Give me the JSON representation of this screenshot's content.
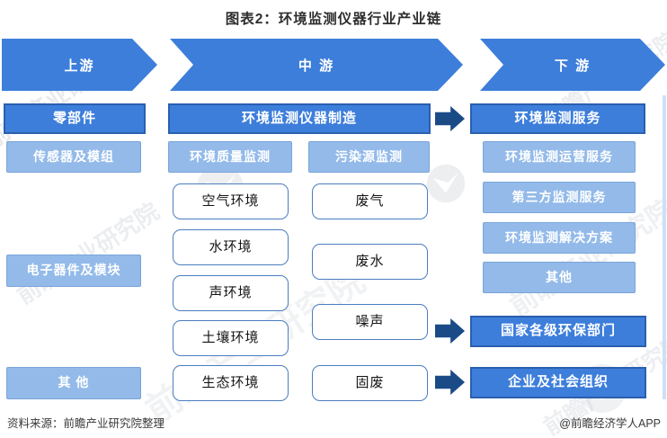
{
  "title": "图表2：环境监测仪器行业产业链",
  "stages": {
    "upstream": "上游",
    "midstream": "中 游",
    "downstream": "下 游"
  },
  "upstream": {
    "header": "零部件",
    "items": [
      "传感器及模组",
      "电子器件及模块",
      "其 他"
    ]
  },
  "midstream": {
    "header": "环境监测仪器制造",
    "quality": {
      "header": "环境质量监测",
      "items": [
        "空气环境",
        "水环境",
        "声环境",
        "土壤环境",
        "生态环境"
      ]
    },
    "pollution": {
      "header": "污染源监测",
      "items": [
        "废气",
        "废水",
        "噪声",
        "固废"
      ]
    }
  },
  "downstream": {
    "header": "环境监测服务",
    "items": [
      "环境监测运营服务",
      "第三方监测服务",
      "环境监测解决方案",
      "其他"
    ],
    "targets": [
      "国家各级环保部门",
      "企业及社会组织"
    ]
  },
  "footer": {
    "source": "资料来源：前瞻产业研究院整理",
    "credit": "@前瞻经济学人APP"
  },
  "watermark": {
    "text": "前瞻产业研究院"
  },
  "colors": {
    "primary_blue": "#3d7edb",
    "light_blue": "#93bae9",
    "navy_arrow": "#1b4b87",
    "white_box_border": "#4a7dc0"
  }
}
